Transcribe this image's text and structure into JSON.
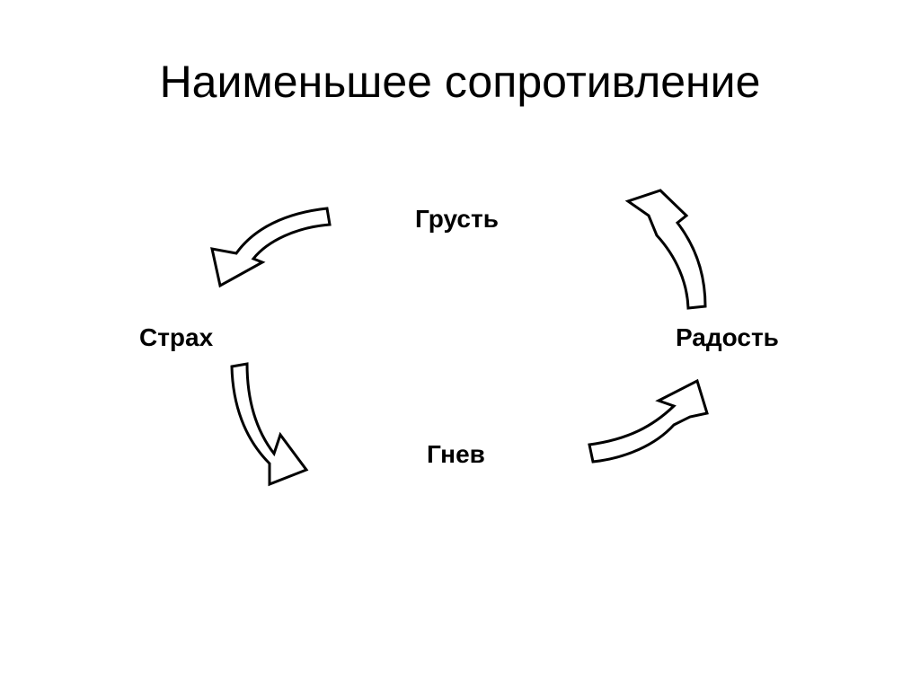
{
  "slide": {
    "title": "Наименьшее сопротивление"
  },
  "cycle": {
    "nodes": {
      "sadness": "Грусть",
      "fear": "Страх",
      "joy": "Радость",
      "anger": "Гнев"
    },
    "arrow_icons": [
      "curved-arrow-icon",
      "curved-arrow-icon",
      "curved-arrow-icon",
      "curved-arrow-icon"
    ]
  }
}
